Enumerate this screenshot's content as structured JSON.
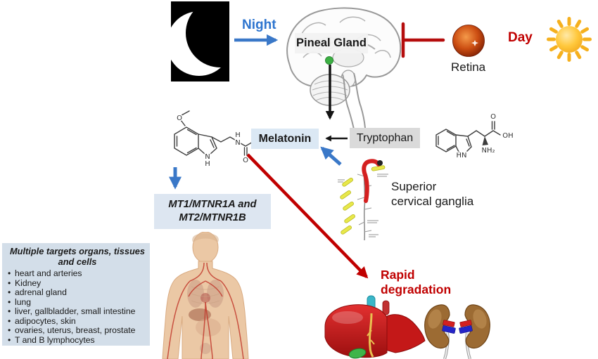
{
  "figure": {
    "night_label": "Night",
    "day_label": "Day",
    "retina_label": "Retina",
    "pineal_label": "Pineal Gland",
    "melatonin_label": "Melatonin",
    "tryptophan_label": "Tryptophan",
    "scg_line1": "Superior",
    "scg_line2": "cervical ganglia",
    "receptors_line1": "MT1/MTNR1A and",
    "receptors_line2": "MT2/MTNR1B",
    "degradation_line1": "Rapid",
    "degradation_line2": "degradation"
  },
  "targets_box": {
    "title_line1": "Multiple targets organs, tissues",
    "title_line2": "and cells",
    "items": [
      "heart and arteries",
      "Kidney",
      "adrenal gland",
      "lung",
      "liver, gallbladder, small intestine",
      "adipocytes, skin",
      "ovaries,  uterus, breast, prostate",
      "T and B lymphocytes"
    ]
  },
  "molecules": {
    "melatonin": {
      "methoxy_o": "O",
      "ring_n": "N",
      "ring_h": "H",
      "amide_h": "H",
      "amide_n": "N",
      "carbonyl_o": "O"
    },
    "tryptophan": {
      "ring_hn": "HN",
      "carboxyl_o": "O",
      "hydroxyl_oh": "OH",
      "amine_nh2": "NH₂"
    }
  },
  "icons": {
    "moon": "crescent-moon-icon",
    "sun": "sun-icon",
    "retina": "retina-eyeball-icon",
    "brain": "sagittal-brain-illustration",
    "scg": "superior-cervical-ganglia-illustration",
    "body": "human-body-anatomy-illustration",
    "liver": "liver-illustration",
    "kidneys": "kidneys-illustration"
  },
  "colors": {
    "blue_accent": "#3a78c8",
    "red_accent": "#c00000",
    "melatonin_box_bg": "#dbe8f4",
    "tryptophan_box_bg": "#dadada",
    "receptor_box_bg": "#dde6f1",
    "targets_box_bg": "#d3dee9",
    "pineal_dot_green": "#3cb043"
  }
}
